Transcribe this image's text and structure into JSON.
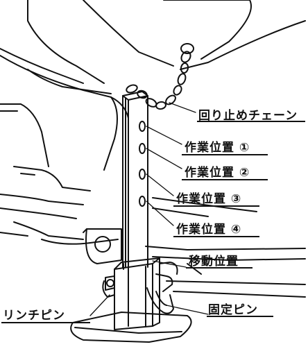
{
  "diagram": {
    "labels": {
      "rotation_stop_chain": "回り止めチェーン",
      "working_position_1": "作業位置 ①",
      "working_position_2": "作業位置 ②",
      "working_position_3": "作業位置 ③",
      "working_position_4": "作業位置 ④",
      "transport_position": "移動位置",
      "lynch_pin": "リンチピン",
      "fixing_pin": "固定ピン"
    },
    "colors": {
      "line": "#111111",
      "background": "#ffffff"
    }
  }
}
